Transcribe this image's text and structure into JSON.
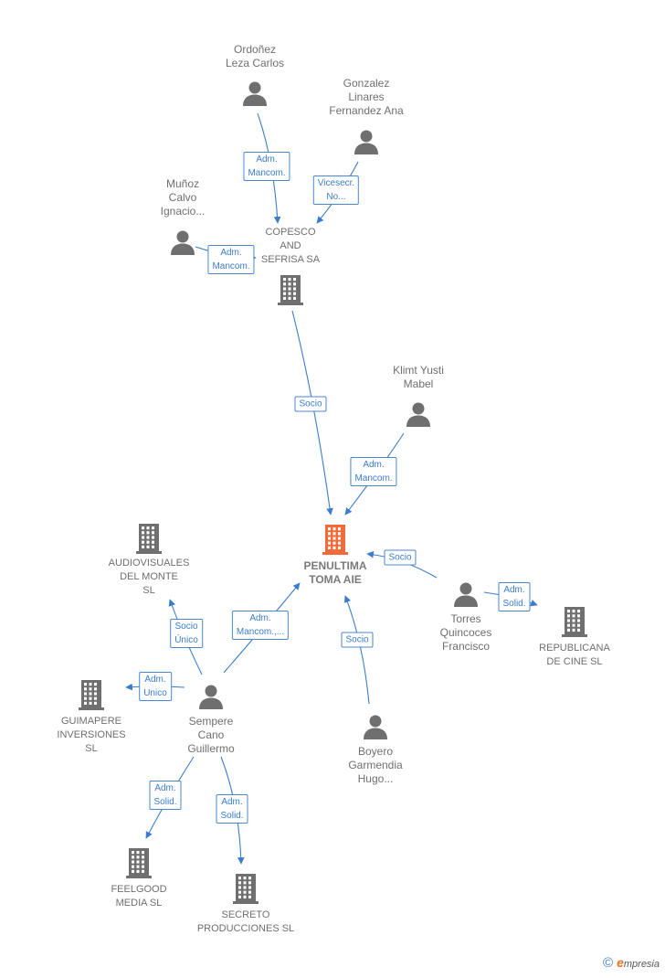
{
  "colors": {
    "edge": "#3b7ccc",
    "icon": "#6f6f6f",
    "center_icon": "#f26a3a",
    "label_text": "#6f6f6f"
  },
  "footer": {
    "copyright": "©",
    "brand_initial": "e",
    "brand_rest": "mpresia"
  },
  "nodes": [
    {
      "id": "ordonez",
      "type": "person",
      "label": "Ordoñez\nLeza Carlos",
      "icon": "person-icon"
    },
    {
      "id": "gonzalez",
      "type": "person",
      "label": "Gonzalez\nLinares\nFernandez Ana",
      "icon": "person-icon"
    },
    {
      "id": "munoz",
      "type": "person",
      "label": "Muñoz\nCalvo\nIgnacio...",
      "icon": "person-icon"
    },
    {
      "id": "copesco",
      "type": "company",
      "label": "COPESCO\nAND\nSEFRISA SA",
      "icon": "building-icon"
    },
    {
      "id": "klimt",
      "type": "person",
      "label": "Klimt Yusti\nMabel",
      "icon": "person-icon"
    },
    {
      "id": "penultima",
      "type": "center",
      "label": "PENULTIMA\nTOMA AIE",
      "icon": "building-icon"
    },
    {
      "id": "audiovisuales",
      "type": "company",
      "label": "AUDIOVISUALES\nDEL MONTE\nSL",
      "icon": "building-icon"
    },
    {
      "id": "torres",
      "type": "person",
      "label": "Torres\nQuincoces\nFrancisco",
      "icon": "person-icon"
    },
    {
      "id": "republicana",
      "type": "company",
      "label": "REPUBLICANA\nDE CINE  SL",
      "icon": "building-icon"
    },
    {
      "id": "guimapere",
      "type": "company",
      "label": "GUIMAPERE\nINVERSIONES\nSL",
      "icon": "building-icon"
    },
    {
      "id": "sempere",
      "type": "person",
      "label": "Sempere\nCano\nGuillermo",
      "icon": "person-icon"
    },
    {
      "id": "boyero",
      "type": "person",
      "label": "Boyero\nGarmendia\nHugo...",
      "icon": "person-icon"
    },
    {
      "id": "feelgood",
      "type": "company",
      "label": "FEELGOOD\nMEDIA  SL",
      "icon": "building-icon"
    },
    {
      "id": "secreto",
      "type": "company",
      "label": "SECRETO\nPRODUCCIONES SL",
      "icon": "building-icon"
    }
  ],
  "edges": [
    {
      "id": "e1",
      "from": "ordonez",
      "to": "copesco",
      "label": "Adm.\nMancom."
    },
    {
      "id": "e2",
      "from": "gonzalez",
      "to": "copesco",
      "label": "Vicesecr.\nNo..."
    },
    {
      "id": "e3",
      "from": "munoz",
      "to": "copesco",
      "label": "Adm.\nMancom."
    },
    {
      "id": "e4",
      "from": "copesco",
      "to": "penultima",
      "label": "Socio"
    },
    {
      "id": "e5",
      "from": "klimt",
      "to": "penultima",
      "label": "Adm.\nMancom."
    },
    {
      "id": "e6",
      "from": "torres",
      "to": "penultima",
      "label": "Socio"
    },
    {
      "id": "e7",
      "from": "torres",
      "to": "republicana",
      "label": "Adm.\nSolid."
    },
    {
      "id": "e8",
      "from": "sempere",
      "to": "penultima",
      "label": "Adm.\nMancom.,..."
    },
    {
      "id": "e9",
      "from": "boyero",
      "to": "penultima",
      "label": "Socio"
    },
    {
      "id": "e10",
      "from": "sempere",
      "to": "audiovisuales",
      "label": "Socio\nÚnico"
    },
    {
      "id": "e11",
      "from": "sempere",
      "to": "guimapere",
      "label": "Adm.\nUnico"
    },
    {
      "id": "e12",
      "from": "sempere",
      "to": "feelgood",
      "label": "Adm.\nSolid."
    },
    {
      "id": "e13",
      "from": "sempere",
      "to": "secreto",
      "label": "Adm.\nSolid."
    }
  ]
}
